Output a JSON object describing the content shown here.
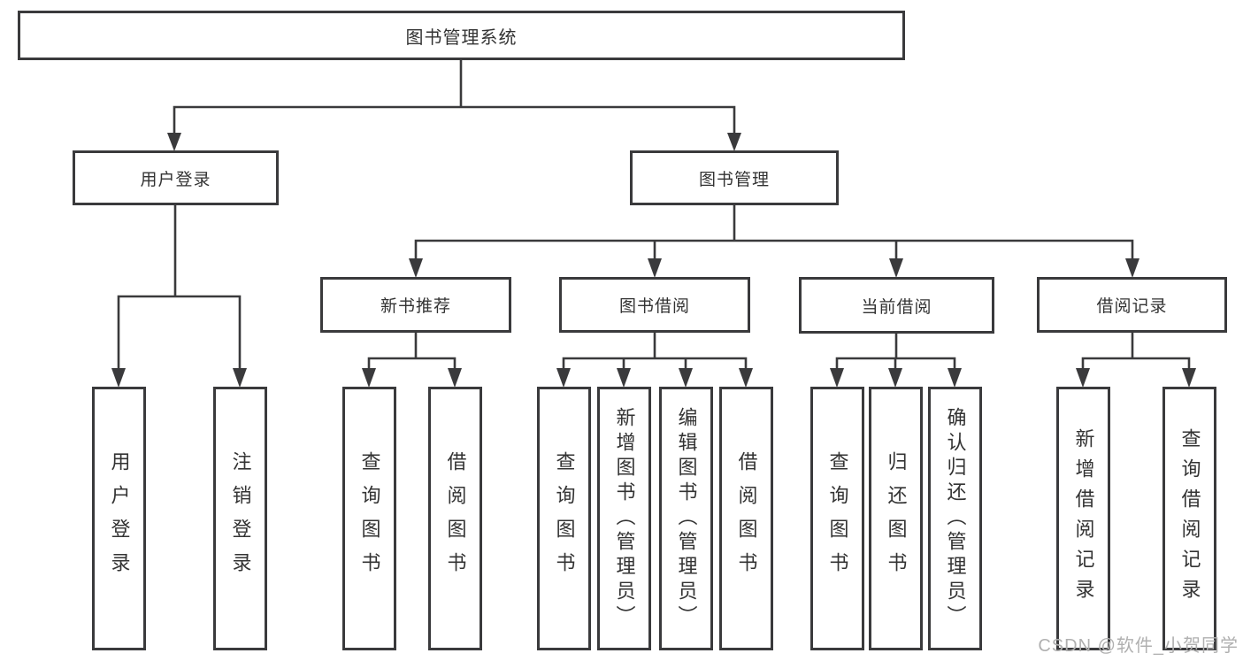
{
  "tree": {
    "label": "图书管理系统",
    "children": [
      {
        "label": "用户登录",
        "children": [
          {
            "label": "用户登录"
          },
          {
            "label": "注销登录"
          }
        ]
      },
      {
        "label": "图书管理",
        "children": [
          {
            "label": "新书推荐",
            "children": [
              {
                "label": "查询图书"
              },
              {
                "label": "借阅图书"
              }
            ]
          },
          {
            "label": "图书借阅",
            "children": [
              {
                "label": "查询图书"
              },
              {
                "label": "新增图书（管理员）"
              },
              {
                "label": "编辑图书（管理员）"
              },
              {
                "label": "借阅图书"
              }
            ]
          },
          {
            "label": "当前借阅",
            "children": [
              {
                "label": "查询图书"
              },
              {
                "label": "归还图书"
              },
              {
                "label": "确认归还（管理员）"
              }
            ]
          },
          {
            "label": "借阅记录",
            "children": [
              {
                "label": "新增借阅记录"
              },
              {
                "label": "查询借阅记录"
              }
            ]
          }
        ]
      }
    ]
  },
  "watermark": "CSDN @软件_小贺同学",
  "colors": {
    "line": "#3a3a3c",
    "text": "#333333",
    "box_background": "#ffffff",
    "watermark": "#b0b0b0"
  }
}
